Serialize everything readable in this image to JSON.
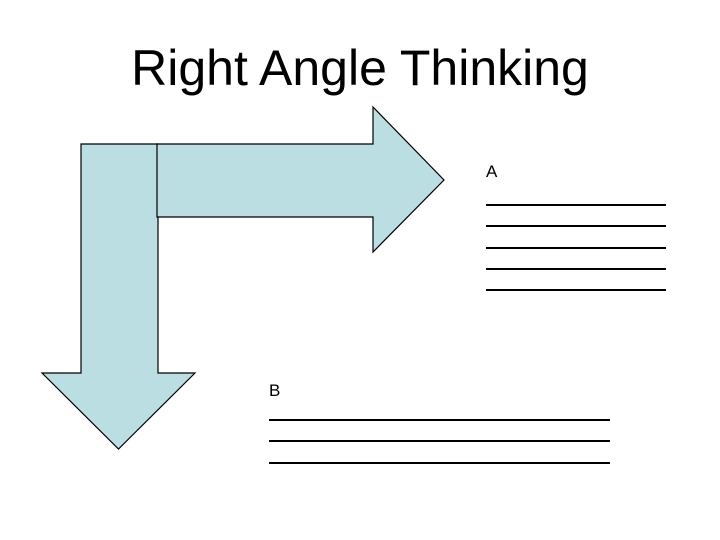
{
  "slide": {
    "title": "Right Angle Thinking"
  },
  "colors": {
    "background": "#ffffff",
    "arrow_fill": "#bbdee3",
    "arrow_outline": "#000000",
    "title_text": "#000000",
    "label_text": "#000000",
    "rule_line": "#000000"
  },
  "sections": {
    "a": {
      "label": "A",
      "rule_line_count": 5
    },
    "b": {
      "label": "B",
      "rule_line_count": 3
    }
  }
}
